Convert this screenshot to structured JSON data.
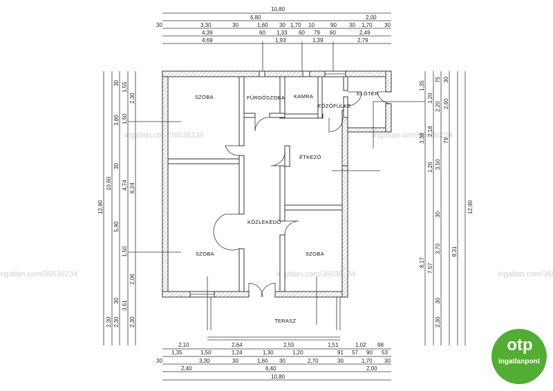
{
  "plan": {
    "rooms": {
      "szoba_top_left": "SZOBA",
      "furdoszoba": "FÜRDŐSZOBA",
      "kamra": "KAMRA",
      "eloter": "ELŐTÉR",
      "fozofulke": "FŐZŐFÜLKE",
      "etkezo": "ÉTKEZŐ",
      "kozlekedo": "KÖZLEKEDŐ",
      "szoba_bottom_left": "SZOBA",
      "szoba_bottom_right": "SZOBA",
      "terasz": "TERASZ"
    },
    "top_dims": {
      "total": "10,80",
      "row2": [
        "6,80",
        "2,00"
      ],
      "row3": [
        "30",
        "3,30",
        "30",
        "1,60",
        "30",
        "1,70",
        "10",
        "90",
        "30",
        "1,70",
        "30"
      ],
      "row4": [
        "4,39",
        "60",
        "1,33",
        "60",
        "79",
        "60",
        "2,49"
      ],
      "row5": [
        "4,69",
        "1,93",
        "1,39",
        "2,79"
      ]
    },
    "bottom_dims": {
      "row1": [
        "2,10",
        "2,64",
        "2,55",
        "1,51",
        "1,02",
        "98"
      ],
      "row2": [
        "1,35",
        "1,50",
        "1,24",
        "1,30",
        "1,20",
        "91",
        "57",
        "90",
        "53"
      ],
      "row3": [
        "30",
        "3,30",
        "30",
        "1,60",
        "30",
        "2,70",
        "30",
        "1,70",
        "30"
      ],
      "row4": [
        "2,40",
        "6,40",
        "2,00"
      ],
      "total": "10,80"
    },
    "left_dims": {
      "total": "12,90",
      "col2": [
        "10,60",
        "2,30"
      ],
      "col3": [
        "30",
        "3,80",
        "30",
        "5,90",
        "30",
        "2,30"
      ],
      "col4": [
        "1,55",
        "1,50",
        "4,74",
        "1,50",
        "3,61"
      ],
      "col5": [
        "2,30",
        "6,24",
        "2,06",
        "2,30"
      ]
    },
    "right_dims": {
      "total": "12,90",
      "col1": [
        "1,35",
        "3,38",
        "8,17"
      ],
      "col2": [
        "1,20",
        "2,18",
        "1,20",
        "7,57"
      ],
      "col3": [
        "75",
        "2,20",
        "3,50",
        "30",
        "3,70",
        "30",
        "2,30"
      ],
      "col4": [
        "30",
        "2,60",
        "79",
        "9,31"
      ]
    },
    "watermark": "ingatlan.com/36536234"
  },
  "logo": {
    "brand": "otp",
    "sub": "Ingatlanpont",
    "color": "#52ae32"
  }
}
